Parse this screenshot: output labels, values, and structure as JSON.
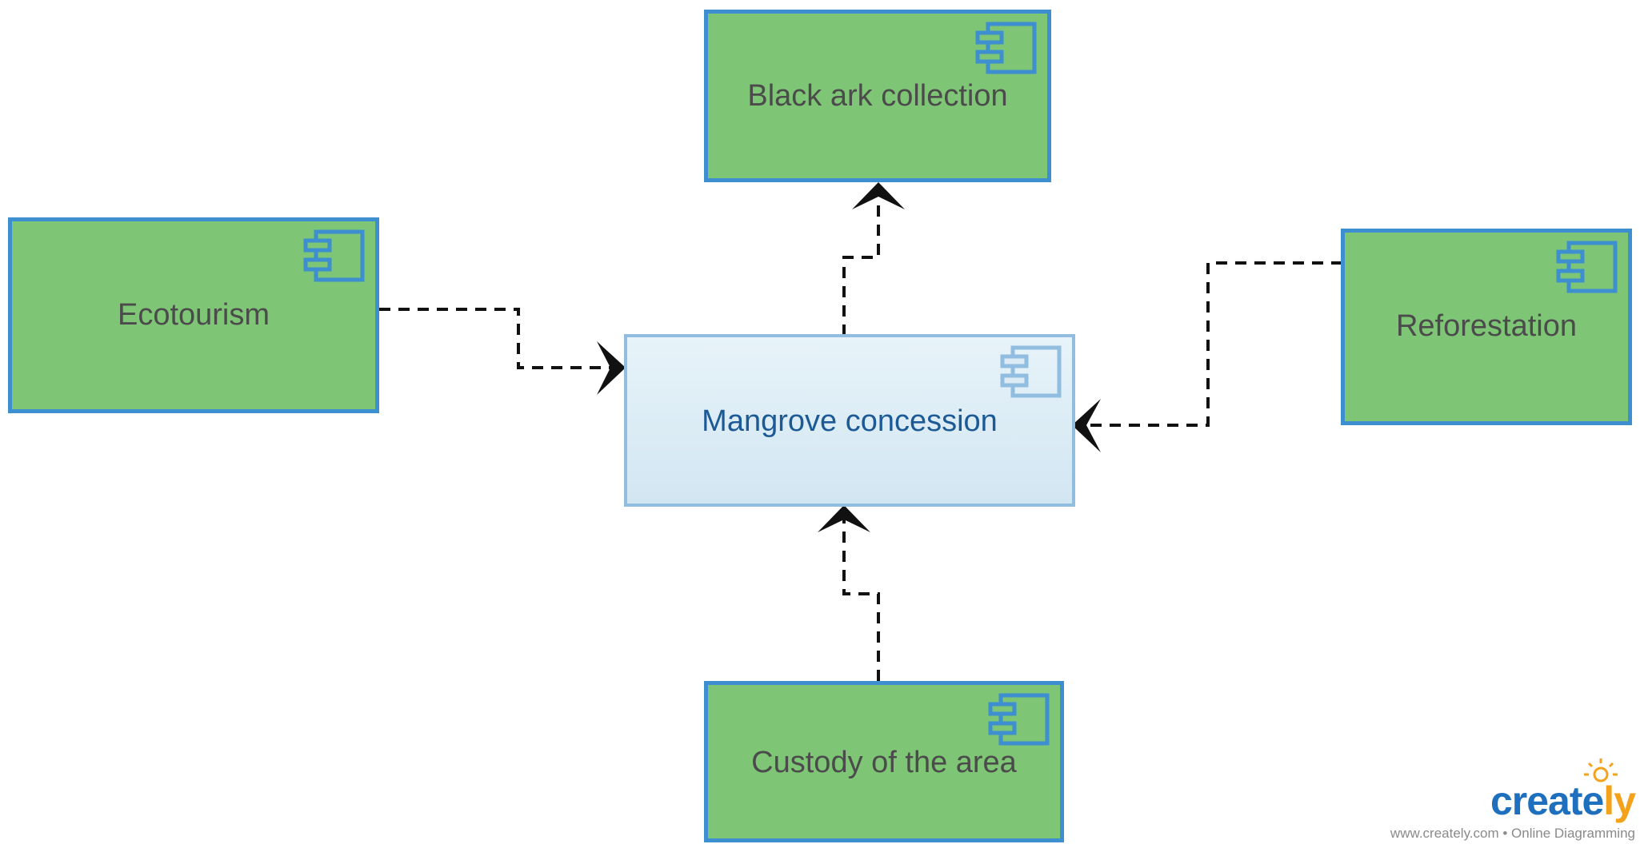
{
  "nodes": {
    "center": {
      "label": "Mangrove concession"
    },
    "top": {
      "label": "Black ark collection"
    },
    "left": {
      "label": "Ecotourism"
    },
    "right": {
      "label": "Reforestation"
    },
    "bottom": {
      "label": "Custody of the area"
    }
  },
  "edges": [
    {
      "from": "center",
      "to": "top",
      "style": "dashed",
      "arrow": "open"
    },
    {
      "from": "left",
      "to": "center",
      "style": "dashed",
      "arrow": "open"
    },
    {
      "from": "right",
      "to": "center",
      "style": "dashed",
      "arrow": "open"
    },
    {
      "from": "bottom",
      "to": "center",
      "style": "dashed",
      "arrow": "open"
    }
  ],
  "icons": {
    "component": "component-icon",
    "logo_bulb": "lightbulb-icon"
  },
  "colors": {
    "node_fill": "#7ec576",
    "node_border": "#3d8fcf",
    "center_fill": "#dcebf5",
    "center_border": "#90bde0",
    "center_text": "#1c5a96",
    "edge": "#111111"
  },
  "watermark": {
    "brand_prefix": "create",
    "brand_suffix": "ly",
    "tagline": "www.creately.com • Online Diagramming"
  }
}
